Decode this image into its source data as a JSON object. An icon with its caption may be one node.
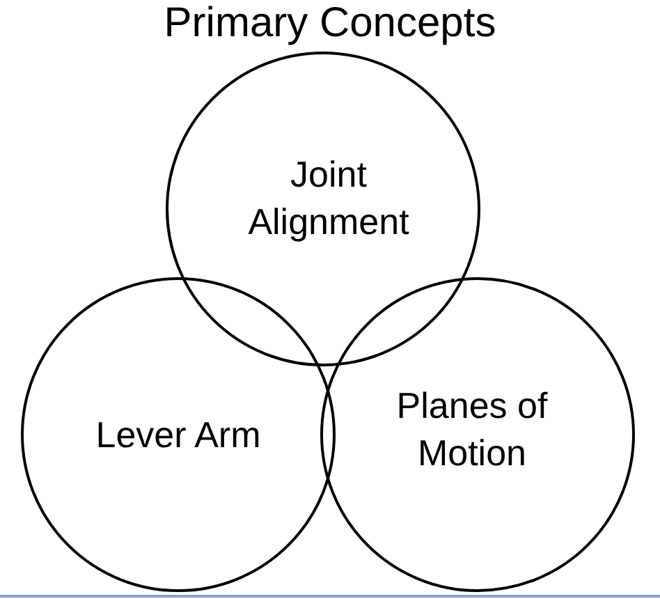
{
  "diagram": {
    "title": "Primary Concepts",
    "nodes": [
      {
        "text": [
          "Joint Alignment"
        ]
      },
      {
        "text": [
          "Lever Arm"
        ]
      },
      {
        "text": [
          "Planes of Motion"
        ]
      }
    ]
  }
}
